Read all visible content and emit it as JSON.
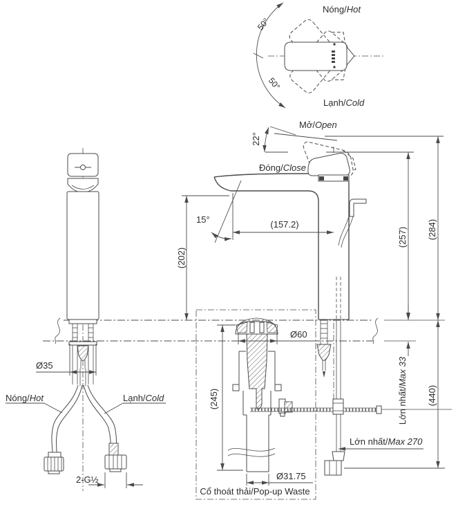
{
  "top_view": {
    "hot_vi": "Nóng/",
    "hot_en": "Hot",
    "cold_vi": "Lạnh/",
    "cold_en": "Cold",
    "swing_up": "50°",
    "swing_down": "50°"
  },
  "side_view": {
    "open_vi": "Mở/",
    "open_en": "Open",
    "close_vi": "Đóng/",
    "close_en": "Close",
    "lever_angle": "22°",
    "spout_angle": "15°"
  },
  "front_view": {
    "hot_vi": "Nóng/",
    "hot_en": "Hot",
    "cold_vi": "Lạnh/",
    "cold_en": "Cold"
  },
  "popup": {
    "label_vi": "Cổ thoát thải/",
    "label_en": "Pop-up Waste"
  },
  "dimensions": {
    "reach": "(157.2)",
    "spout_height": "(202)",
    "handle_height": "(257)",
    "open_height": "(284)",
    "below_total": "(440)",
    "popup_height": "(245)",
    "flange_dia": "Ø60",
    "shank_dia": "Ø35",
    "tail_dia": "Ø31.75",
    "deck_vi": "Lớn nhất/",
    "deck_en": "Max 33",
    "hose_vi": "Lớn nhất/",
    "hose_en": "Max 270",
    "thread": "2-G½"
  }
}
